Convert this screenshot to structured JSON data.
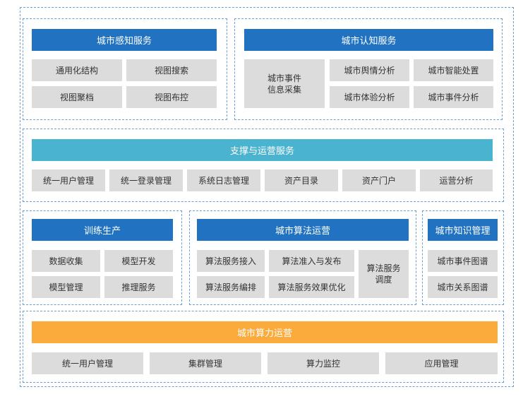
{
  "perception": {
    "title": "城市感知服务",
    "items": [
      "通用化结构",
      "视图搜索",
      "视图聚档",
      "视图布控"
    ]
  },
  "cognition": {
    "title": "城市认知服务",
    "event_collect": "城市事件\n信息采集",
    "items": [
      "城市舆情分析",
      "城市智能处置",
      "城市体验分析",
      "城市事件分析"
    ]
  },
  "support": {
    "title": "支撑与运营服务",
    "items": [
      "统一用户管理",
      "统一登录管理",
      "系统日志管理",
      "资产目录",
      "资产门户",
      "运营分析"
    ]
  },
  "training": {
    "title": "训练生产",
    "items": [
      "数据收集",
      "模型开发",
      "模型管理",
      "推理服务"
    ]
  },
  "algorithm": {
    "title": "城市算法运营",
    "items": [
      "算法服务接入",
      "算法准入与发布",
      "算法服务编排",
      "算法服务效果优化"
    ],
    "dispatch": "算法服务\n调度"
  },
  "knowledge": {
    "title": "城市知识管理",
    "items": [
      "城市事件图谱",
      "城市关系图谱"
    ]
  },
  "compute": {
    "title": "城市算力运营",
    "items": [
      "统一用户管理",
      "集群管理",
      "算力监控",
      "应用管理"
    ]
  },
  "colors": {
    "header_blue": "#2173c1",
    "header_teal": "#4ab3cf",
    "header_orange": "#fbaa3c",
    "cell_gray": "#dcdcdc",
    "frame_border": "#6aa0d8"
  }
}
